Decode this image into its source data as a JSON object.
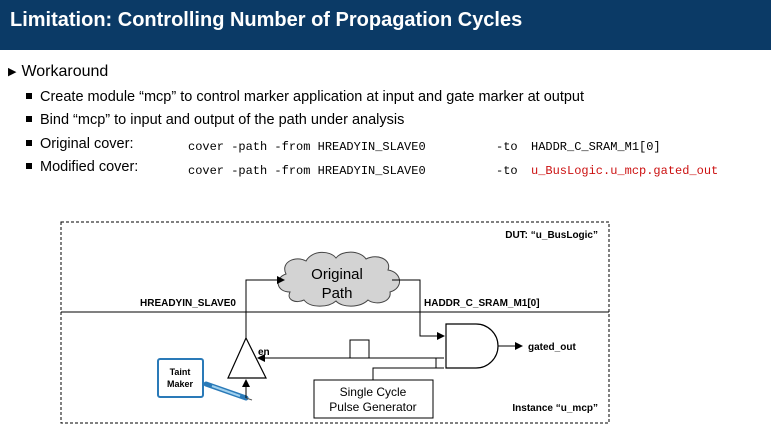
{
  "slide": {
    "title": "Limitation:  Controlling Number of Propagation Cycles",
    "workaround": "Workaround",
    "bullets": [
      "Create module “mcp” to control marker application at input and gate marker at output",
      "Bind “mcp” to input and output of the path under analysis",
      "Original cover:",
      "Modified cover:"
    ],
    "original_cover": {
      "command": "cover -path -from HREADYIN_SLAVE0",
      "to_flag": "-to",
      "target": "HADDR_C_SRAM_M1[0]"
    },
    "modified_cover": {
      "command": "cover -path -from HREADYIN_SLAVE0",
      "to_flag": "-to",
      "target": "u_BusLogic.u_mcp.gated_out"
    }
  },
  "diagram": {
    "dut_label": "DUT:  “u_BusLogic”",
    "cloud_line1": "Original",
    "cloud_line2": "Path",
    "input_signal": "HREADYIN_SLAVE0",
    "output_signal": "HADDR_C_SRAM_M1[0]",
    "gated_out": "gated_out",
    "en_label": "en",
    "taint_line1": "Taint",
    "taint_line2": "Maker",
    "pulse_line1": "Single Cycle",
    "pulse_line2": "Pulse Generator",
    "instance_label": "Instance “u_mcp”",
    "colors": {
      "title_bar": "#0b3a66",
      "highlight": "#cc1111",
      "taint_box": "#2a7ab8"
    }
  }
}
